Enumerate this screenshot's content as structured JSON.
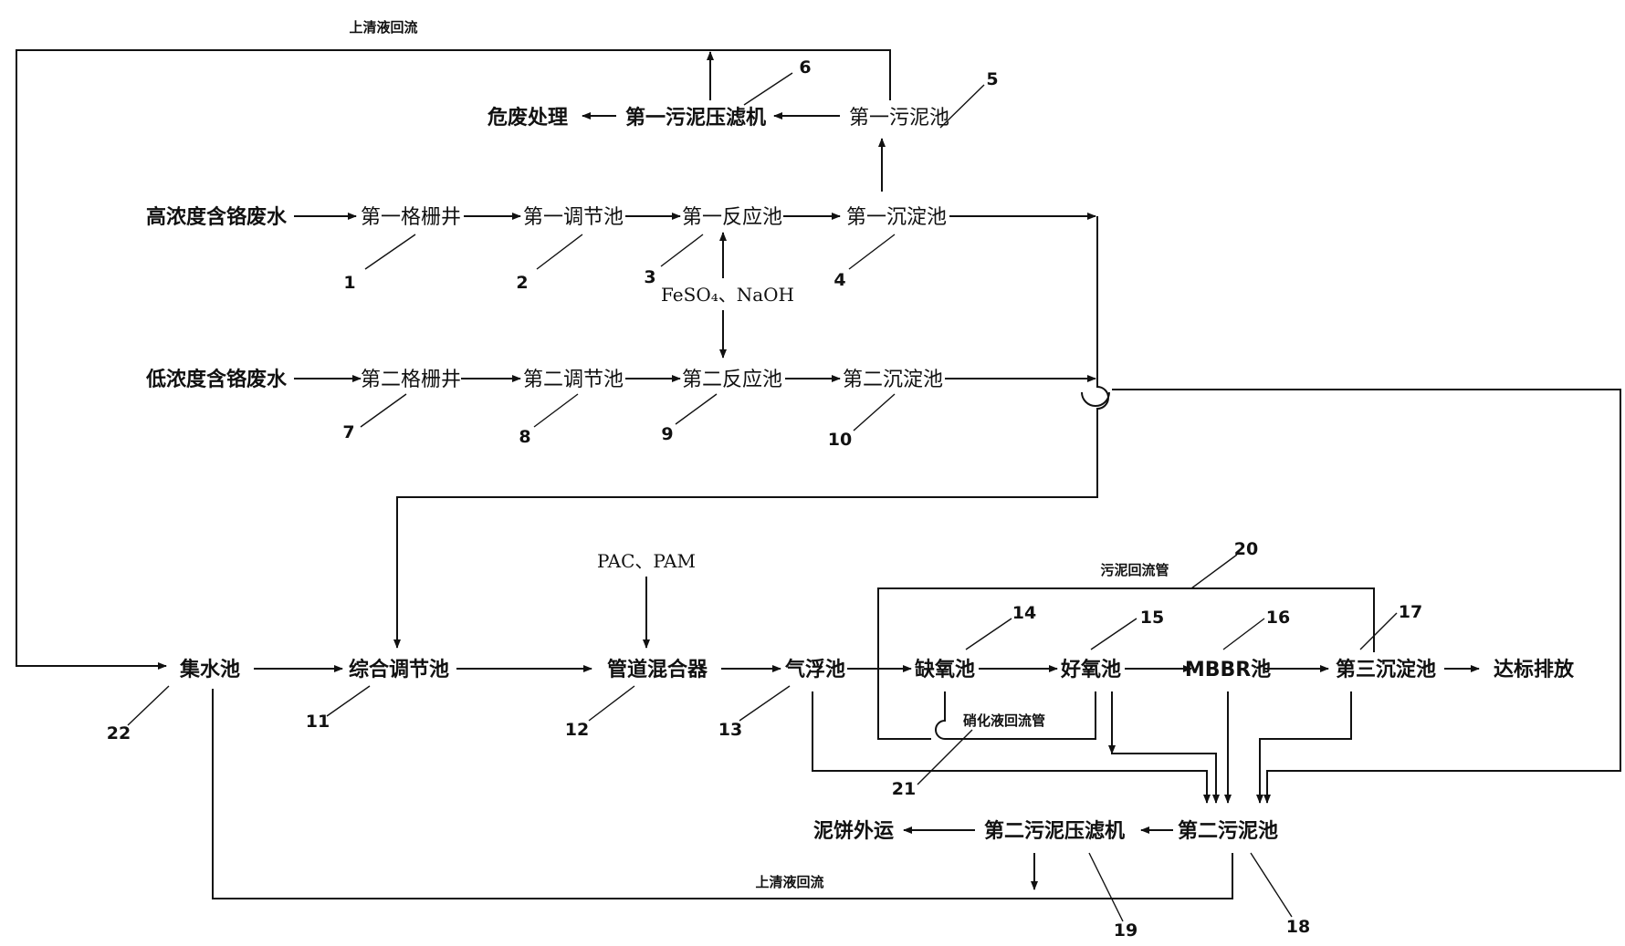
{
  "labels": {
    "top_return": "上清液回流",
    "hazard": "危废处理",
    "filter1": "第一污泥压滤机",
    "sludge1": "第一污泥池",
    "high_ww": "高浓度含铬废水",
    "grid1": "第一格栅井",
    "reg1": "第一调节池",
    "react1": "第一反应池",
    "settle1": "第一沉淀池",
    "chem_feso": "FeSO₄、NaOH",
    "low_ww": "低浓度含铬废水",
    "grid2": "第二格栅井",
    "reg2": "第二调节池",
    "react2": "第二反应池",
    "settle2": "第二沉淀池",
    "pac": "PAC、PAM",
    "sludge_return_pipe": "污泥回流管",
    "collect": "集水池",
    "combined_reg": "综合调节池",
    "mixer": "管道混合器",
    "float": "气浮池",
    "anoxic": "缺氧池",
    "aerobic": "好氧池",
    "mbbr": "MBBR池",
    "settle3": "第三沉淀池",
    "discharge": "达标排放",
    "nitrate_pipe": "硝化液回流管",
    "cake": "泥饼外运",
    "filter2": "第二污泥压滤机",
    "sludge2": "第二污泥池",
    "bottom_return": "上清液回流"
  },
  "numbers": {
    "n1": "1",
    "n2": "2",
    "n3": "3",
    "n4": "4",
    "n5": "5",
    "n6": "6",
    "n7": "7",
    "n8": "8",
    "n9": "9",
    "n10": "10",
    "n11": "11",
    "n12": "12",
    "n13": "13",
    "n14": "14",
    "n15": "15",
    "n16": "16",
    "n17": "17",
    "n18": "18",
    "n19": "19",
    "n20": "20",
    "n21": "21",
    "n22": "22"
  }
}
